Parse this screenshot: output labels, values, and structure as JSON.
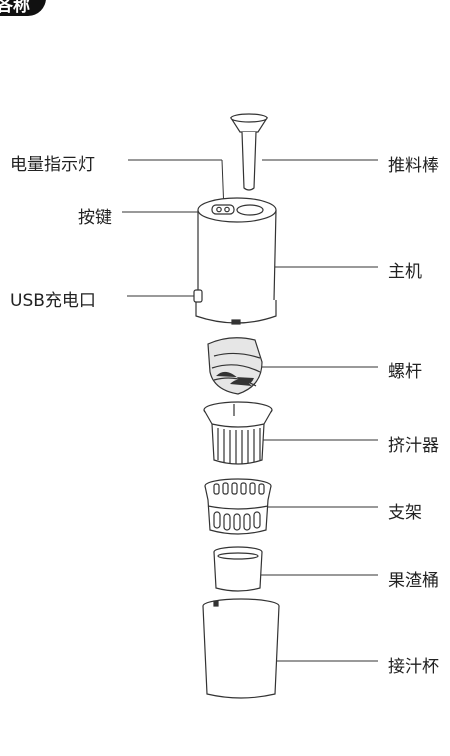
{
  "header": {
    "badge": "各称"
  },
  "labels": {
    "indicator_light": "电量指示灯",
    "button": "按键",
    "usb_port": "USB充电口",
    "pusher": "推料棒",
    "main_unit": "主机",
    "screw": "螺杆",
    "juicer": "挤汁器",
    "stand": "支架",
    "pulp_cup": "果渣桶",
    "juice_cup": "接汁杯"
  }
}
